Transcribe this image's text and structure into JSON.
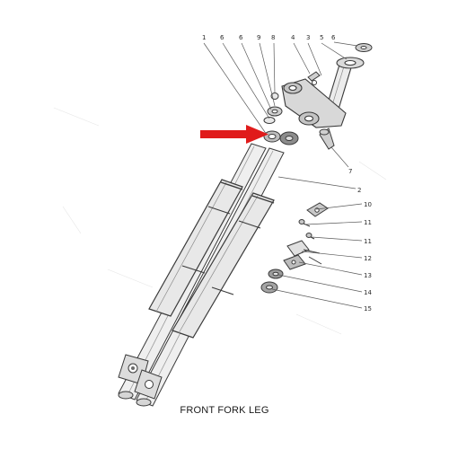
{
  "caption": "FRONT FORK LEG",
  "callouts": {
    "c1": "1",
    "c2": "2",
    "c3": "3",
    "c4": "4",
    "c5": "5",
    "c6": "6",
    "c7": "7",
    "c8": "8",
    "c9": "9",
    "c10": "10",
    "c11a": "11",
    "c11b": "11",
    "c12": "12",
    "c13": "13",
    "c14": "14",
    "c15": "15",
    "c6b": "6"
  },
  "arrow_color": "#e01b1b",
  "line_color": "#3a3a3a"
}
